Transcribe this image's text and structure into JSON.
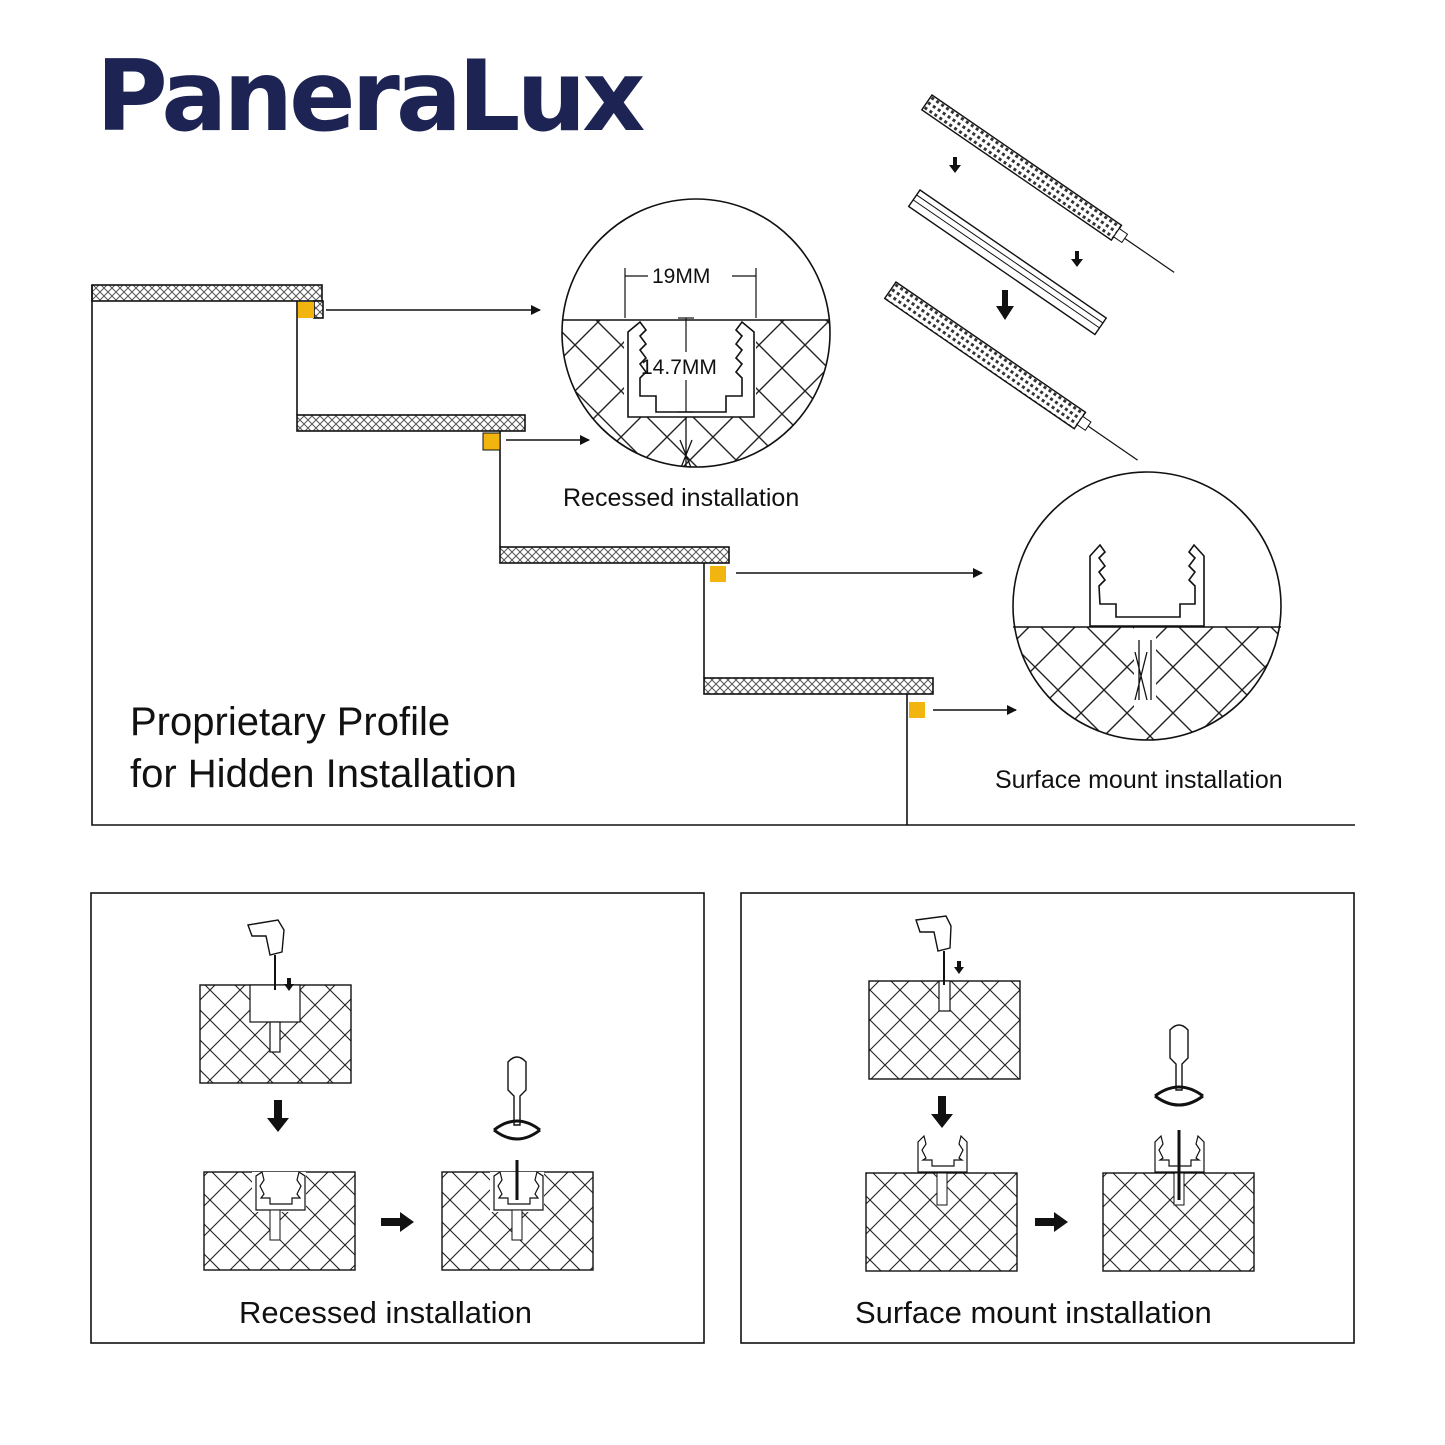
{
  "brand": {
    "name": "PaneraLux",
    "color": "#1d2453"
  },
  "headline": {
    "line1": "Proprietary Profile",
    "line2": "for Hidden Installation"
  },
  "detail_recessed": {
    "width_label": "19MM",
    "height_label": "14.7MM",
    "caption": "Recessed installation"
  },
  "detail_surface": {
    "caption": "Surface mount installation"
  },
  "panel_recessed": {
    "caption": "Recessed installation"
  },
  "panel_surface": {
    "caption": "Surface mount installation"
  },
  "colors": {
    "marker": "#f2b50f",
    "line": "#111111"
  }
}
